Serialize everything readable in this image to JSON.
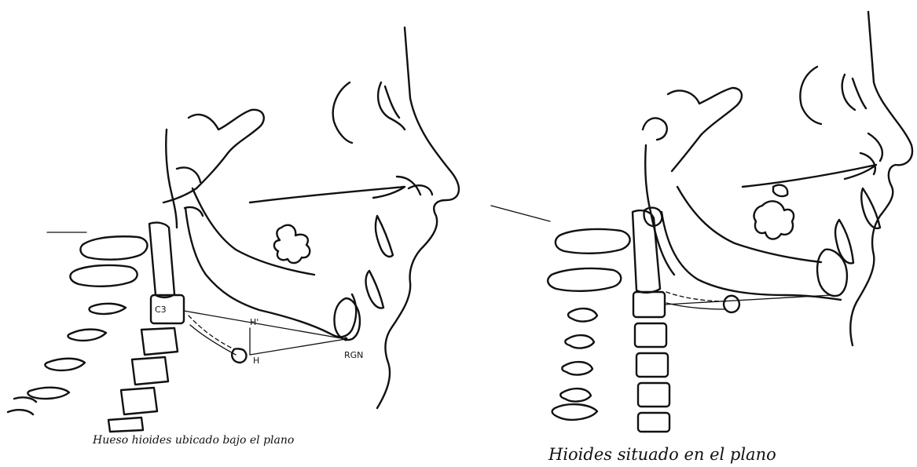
{
  "left_panel": {
    "labels": {
      "c3": "C3",
      "h_prime": "H'",
      "h": "H",
      "rgn": "RGN"
    },
    "caption": "Hueso hioides ubicado bajo el plano"
  },
  "right_panel": {
    "caption": "Hioides situado en  el plano"
  },
  "colors": {
    "ink": "#111111",
    "background": "#ffffff"
  }
}
